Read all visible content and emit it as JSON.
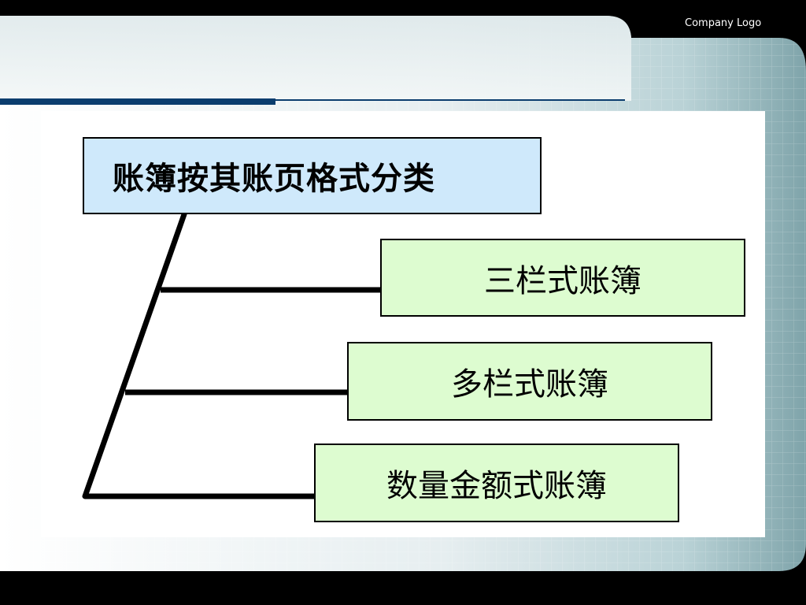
{
  "header": {
    "logo_text": "Company Logo"
  },
  "diagram": {
    "root_label": "账簿按其账页格式分类",
    "children": [
      {
        "label": "三栏式账簿"
      },
      {
        "label": "多栏式账簿"
      },
      {
        "label": "数量金额式账簿"
      }
    ]
  },
  "colors": {
    "root_fill": "#cfe9fb",
    "child_fill": "#ddfcd0",
    "accent_line": "#0b3d6e"
  }
}
